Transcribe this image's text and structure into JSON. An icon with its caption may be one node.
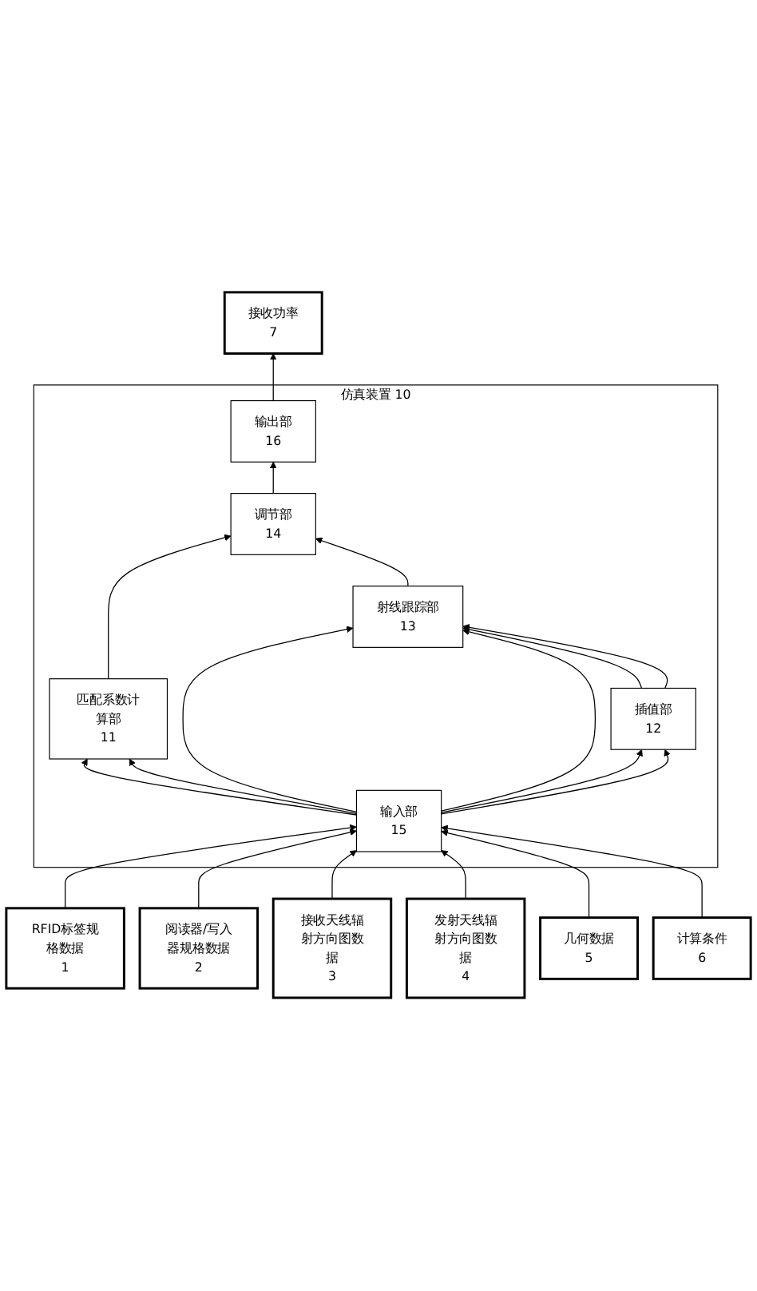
{
  "diagram": {
    "nodes": [
      {
        "text": [
          "仿真装置",
          "10"
        ]
      },
      {
        "text": [
          "RFID标签规格数据",
          "1"
        ]
      },
      {
        "text": [
          "阅读器/写入器规格数据",
          "2"
        ]
      },
      {
        "text": [
          "接收天线辐射方向图数据",
          "3"
        ]
      },
      {
        "text": [
          "发射天线辐射方向图数据",
          "4"
        ]
      },
      {
        "text": [
          "几何数据",
          "5"
        ]
      },
      {
        "text": [
          "计算条件",
          "6"
        ]
      },
      {
        "text": [
          "输入部",
          "15"
        ],
        "in": 0
      },
      {
        "text": [
          "匹配系数计算部",
          "11"
        ],
        "in": 0
      },
      {
        "text": [
          "插值部",
          "12"
        ],
        "in": 0
      },
      {
        "text": [
          "射线跟踪部",
          "13"
        ],
        "in": 0
      },
      {
        "text": [
          "调节部",
          "14"
        ],
        "in": 0
      },
      {
        "text": [
          "输出部",
          "16"
        ],
        "in": 0
      },
      {
        "text": [
          "接收功率",
          "7"
        ]
      }
    ],
    "edges": [
      {
        "from": 1,
        "to": 7,
        "arrow": "to"
      },
      {
        "from": 2,
        "to": 7,
        "arrow": "to"
      },
      {
        "from": 3,
        "to": 7,
        "arrow": "to"
      },
      {
        "from": 4,
        "to": 7,
        "arrow": "to"
      },
      {
        "from": 5,
        "to": 7,
        "arrow": "to"
      },
      {
        "from": 6,
        "to": 7,
        "arrow": "to"
      },
      {
        "from": 7,
        "to": 8,
        "arrow": "to"
      },
      {
        "from": 7,
        "to": 8,
        "arrow": "to"
      },
      {
        "from": 7,
        "to": 9,
        "arrow": "to"
      },
      {
        "from": 7,
        "to": 9,
        "arrow": "to"
      },
      {
        "from": 7,
        "to": 10,
        "arrow": "to"
      },
      {
        "from": 7,
        "to": 10,
        "arrow": "to"
      },
      {
        "from": 9,
        "to": 10,
        "arrow": "to"
      },
      {
        "from": 9,
        "to": 10,
        "arrow": "to"
      },
      {
        "from": 8,
        "to": 11,
        "arrow": "to"
      },
      {
        "from": 10,
        "to": 11,
        "arrow": "to"
      },
      {
        "from": 11,
        "to": 12,
        "arrow": "to"
      },
      {
        "from": 12,
        "to": 13,
        "arrow": "to"
      }
    ]
  }
}
